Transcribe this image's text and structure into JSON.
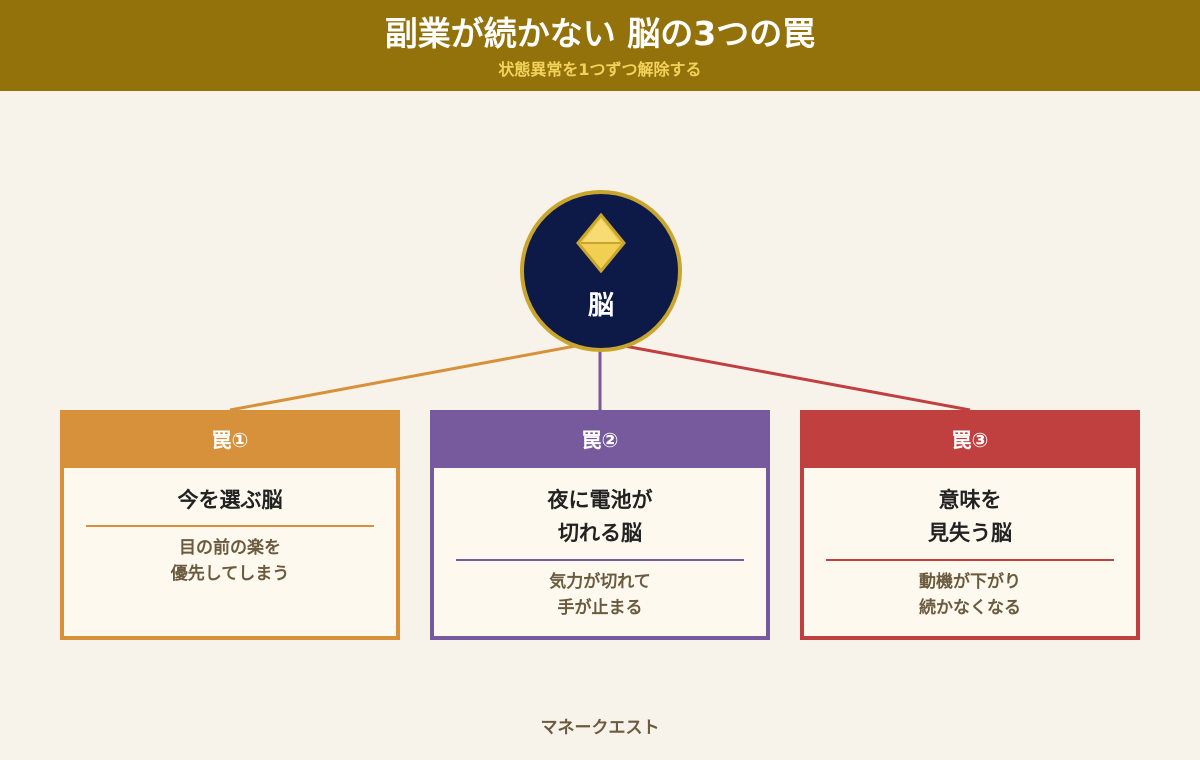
{
  "header": {
    "title": "副業が続かない 脳の3つの罠",
    "subtitle": "状態異常を1つずつ解除する"
  },
  "center": {
    "label": "脳",
    "icon": "diamond-icon",
    "fill_color": "#0d1a47",
    "ring_color": "#c9a52d"
  },
  "traps": [
    {
      "label": "罠①",
      "title": "今を選ぶ脳",
      "desc": "目の前の楽を\n優先してしまう",
      "color": "#d6913a"
    },
    {
      "label": "罠②",
      "title": "夜に電池が\n切れる脳",
      "desc": "気力が切れて\n手が止まる",
      "color": "#775a9e"
    },
    {
      "label": "罠③",
      "title": "意味を\n見失う脳",
      "desc": "動機が下がり\n続かなくなる",
      "color": "#c04040"
    }
  ],
  "footer": {
    "credit": "マネークエスト"
  },
  "colors": {
    "header_bg": "#94720b",
    "page_bg": "#f8f3ea",
    "subtitle": "#f1d25a"
  }
}
